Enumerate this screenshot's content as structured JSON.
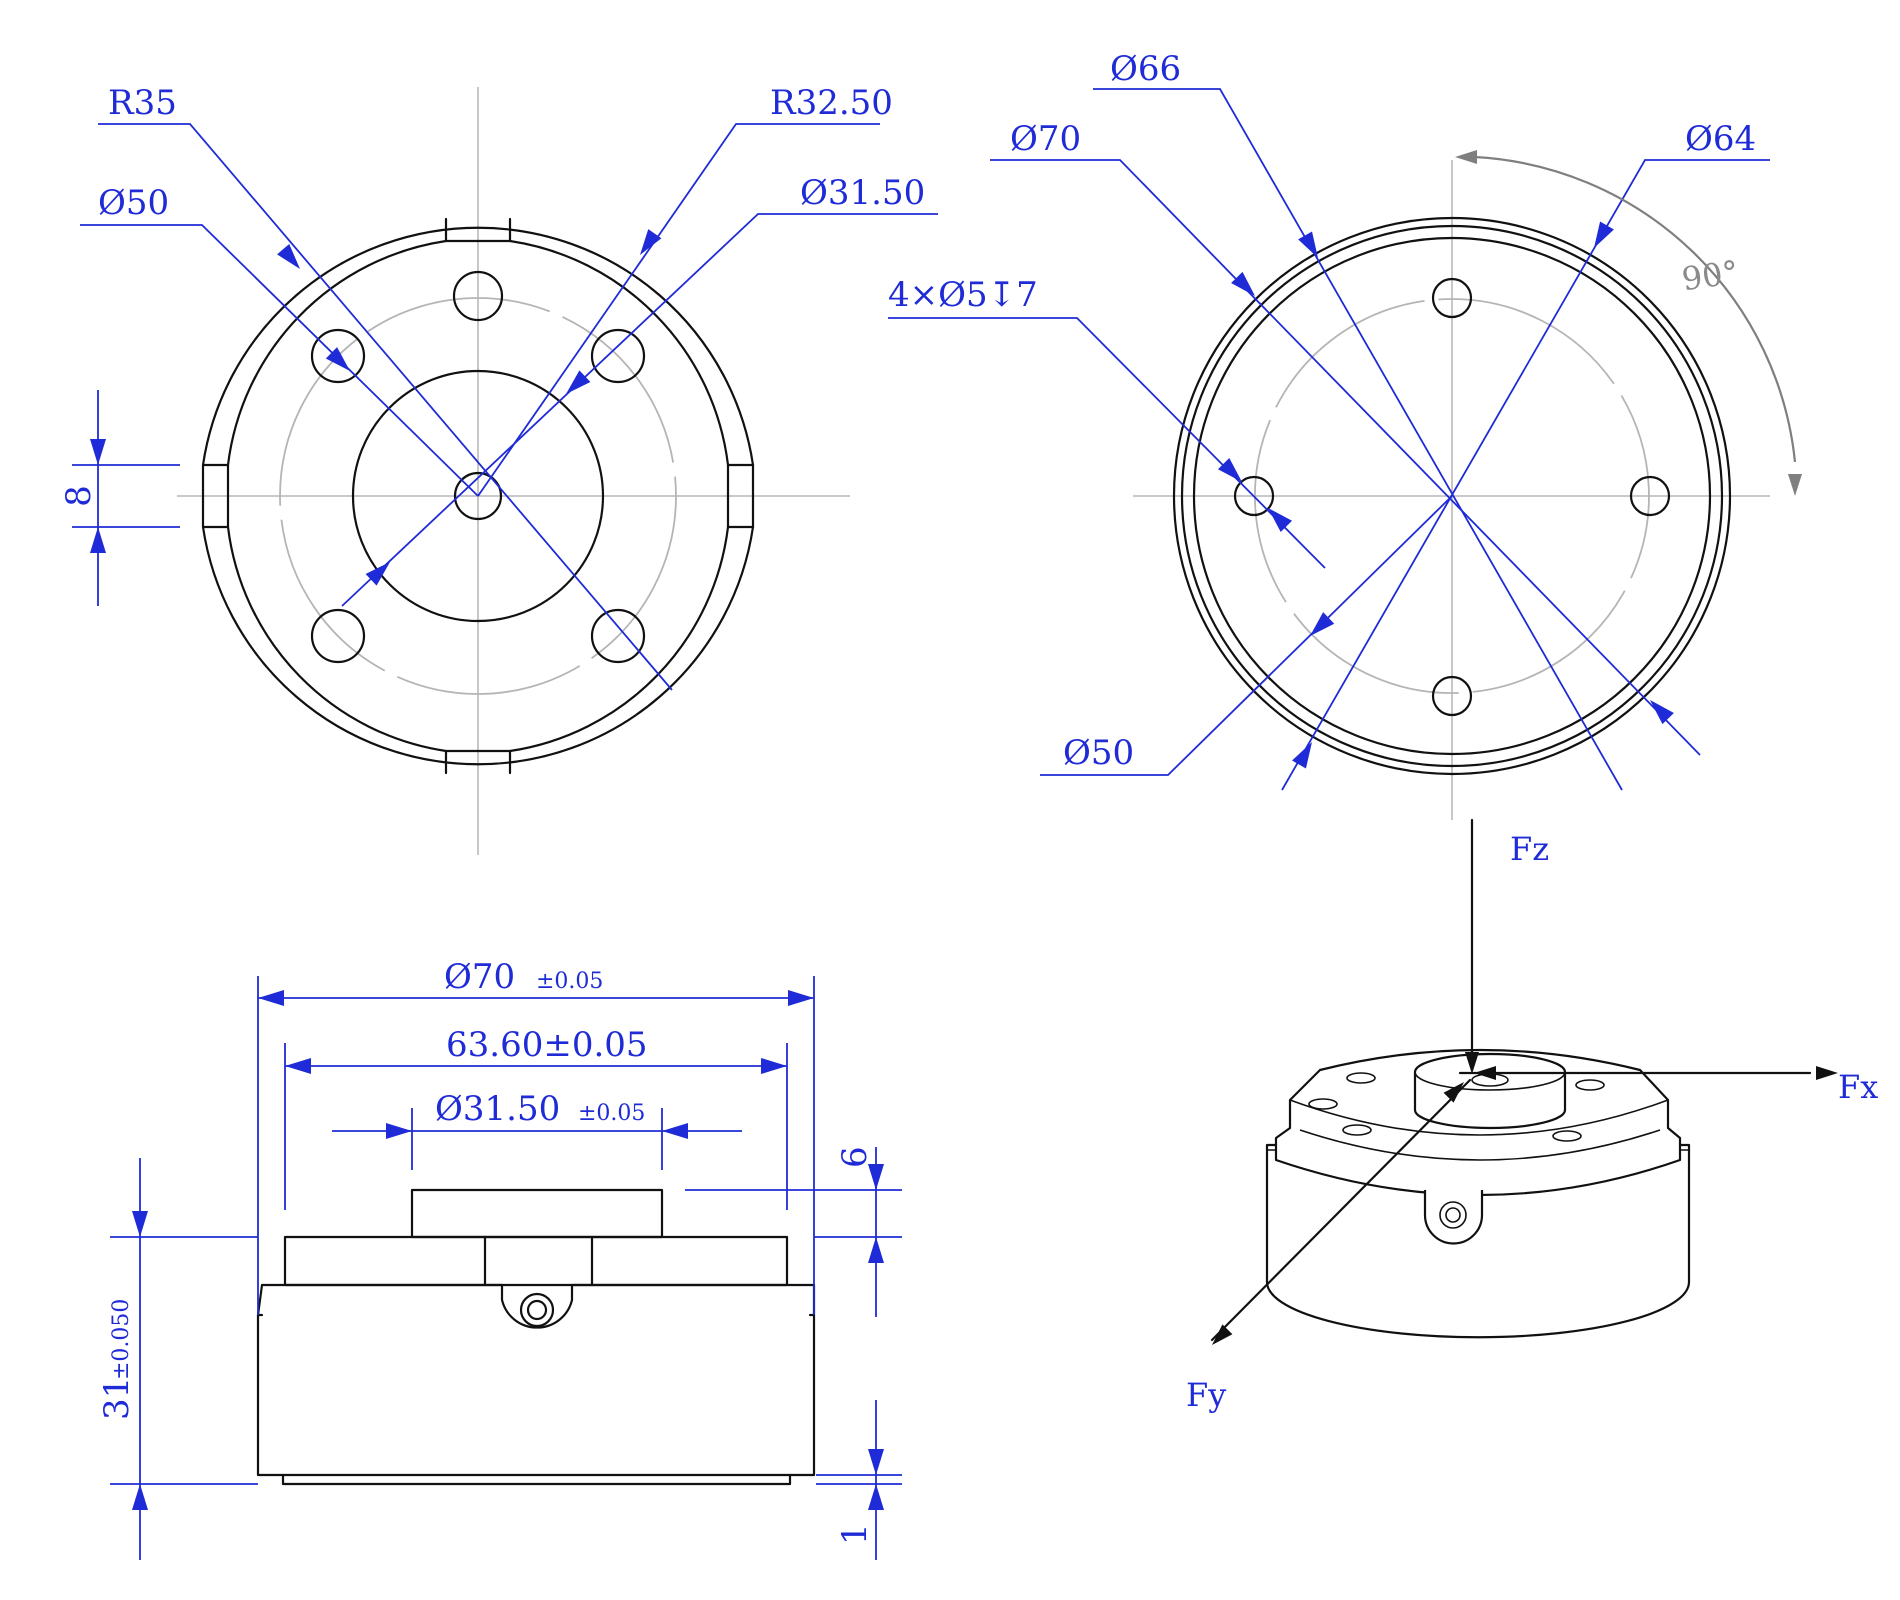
{
  "front_view": {
    "r35": "R35",
    "r32_50": "R32.50",
    "d50": "Ø50",
    "d31_50": "Ø31.50",
    "flat_8": "8"
  },
  "rear_view": {
    "d66": "Ø66",
    "d70": "Ø70",
    "d64": "Ø64",
    "holes": "4×Ø5↧7",
    "d50": "Ø50",
    "angle": "90°"
  },
  "side_view": {
    "d70": "Ø70",
    "d70_tol": "±0.05",
    "w63_60": "63.60±0.05",
    "d31_50": "Ø31.50",
    "d31_50_tol": "±0.05",
    "h31": "31",
    "h31_tol": "±0.050",
    "h6": "6",
    "h1": "1"
  },
  "axes": {
    "fz": "Fz",
    "fx": "Fx",
    "fy": "Fy"
  },
  "colors": {
    "dimension": "#1f2bd6",
    "outline": "#111111",
    "center_line": "#a9a9a9"
  }
}
